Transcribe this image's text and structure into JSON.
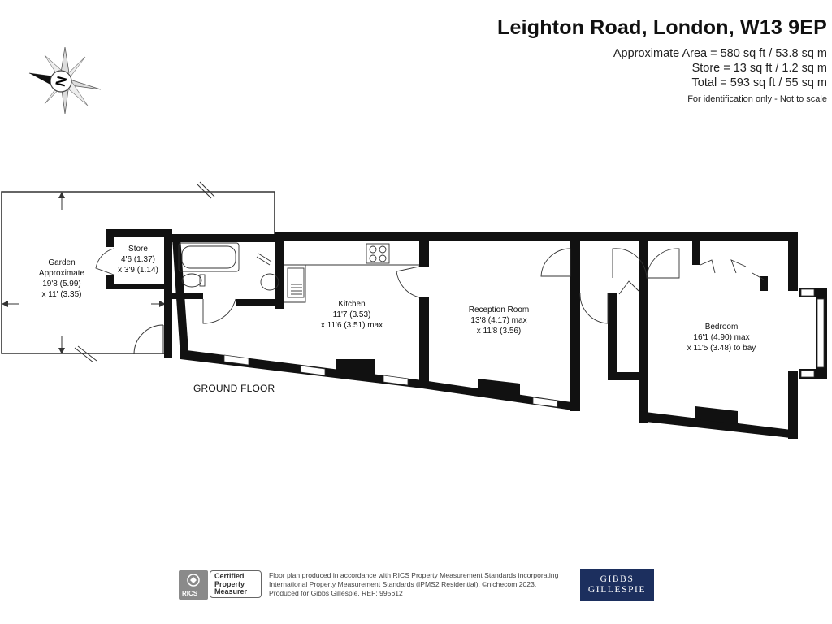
{
  "header": {
    "title": "Leighton Road, London, W13 9EP",
    "approx_area": "Approximate Area = 580 sq ft / 53.8 sq m",
    "store_area": "Store = 13 sq ft / 1.2 sq m",
    "total_area": "Total = 593 sq ft / 55 sq m",
    "note": "For identification only - Not to scale"
  },
  "compass": {
    "letter": "N",
    "icon": "compass-rose-icon"
  },
  "floor": {
    "label": "GROUND FLOOR"
  },
  "rooms": {
    "garden": {
      "name": "Garden",
      "line2": "Approximate",
      "dim1": "19'8 (5.99)",
      "dim2": "x 11' (3.35)"
    },
    "store": {
      "name": "Store",
      "dim1": "4'6 (1.37)",
      "dim2": "x 3'9 (1.14)"
    },
    "kitchen": {
      "name": "Kitchen",
      "dim1": "11'7 (3.53)",
      "dim2": "x 11'6 (3.51) max"
    },
    "reception": {
      "name": "Reception Room",
      "dim1": "13'8 (4.17) max",
      "dim2": "x 11'8 (3.56)"
    },
    "bedroom": {
      "name": "Bedroom",
      "dim1": "16'1 (4.90) max",
      "dim2": "x 11'5 (3.48) to bay"
    }
  },
  "footer": {
    "rics_logo_text": "RICS",
    "cert_line1": "Certified",
    "cert_line2": "Property",
    "cert_line3": "Measurer",
    "text_line1": "Floor plan produced in accordance with RICS Property Measurement Standards incorporating",
    "text_line2": "International Property Measurement Standards (IPMS2 Residential).   ©nichecom 2023.",
    "text_line3": "Produced for Gibbs Gillespie.   REF: 995612",
    "brand_line1": "GIBBS",
    "brand_line2": "GILLESPIE"
  },
  "colors": {
    "wall": "#111111",
    "brand": "#1c2f5e",
    "outline": "#333333"
  }
}
